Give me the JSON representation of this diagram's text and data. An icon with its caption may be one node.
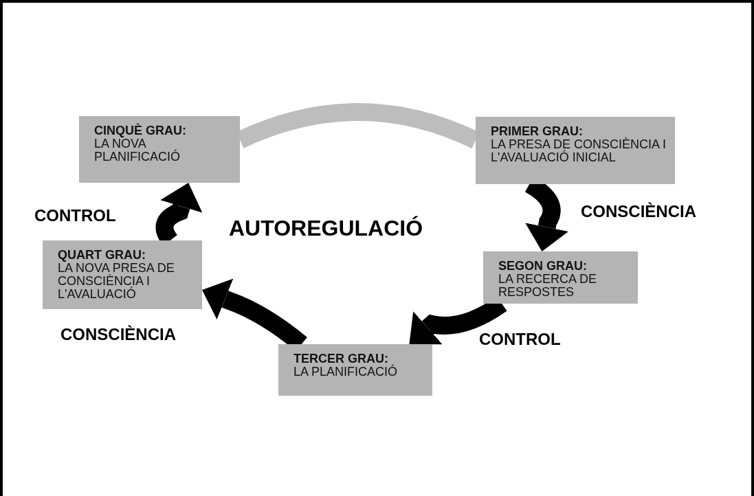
{
  "diagram": {
    "nodes": [
      {
        "text": [
          "CINQUÈ GRAU:",
          "LA NOVA PLANIFICACIÓ"
        ]
      },
      {
        "text": [
          "PRIMER GRAU:",
          "LA PRESA DE CONSCIÈNCIA I L'AVALUACIÓ INICIAL"
        ]
      },
      {
        "text": [
          "QUART GRAU:",
          "LA NOVA PRESA DE CONSCIÈNCIA I L'AVALUACIÓ"
        ]
      },
      {
        "text": [
          "SEGON GRAU:",
          "LA RECERCA DE RESPOSTES"
        ]
      },
      {
        "text": [
          "TERCER GRAU:",
          "LA PLANIFICACIÓ"
        ]
      }
    ],
    "edges": [
      {
        "from": 0,
        "to": 1,
        "arrow": "none",
        "color": "#bdbdbd"
      },
      {
        "from": 1,
        "to": 3,
        "arrow": "to"
      },
      {
        "from": 3,
        "to": 4,
        "arrow": "to"
      },
      {
        "from": 4,
        "to": 2,
        "arrow": "to"
      },
      {
        "from": 2,
        "to": 0,
        "arrow": "to"
      }
    ],
    "labels": [
      "CONTROL",
      "AUTOREGULACIÓ",
      "CONSCIÈNCIA",
      "CONSCIÈNCIA",
      "CONTROL"
    ]
  }
}
